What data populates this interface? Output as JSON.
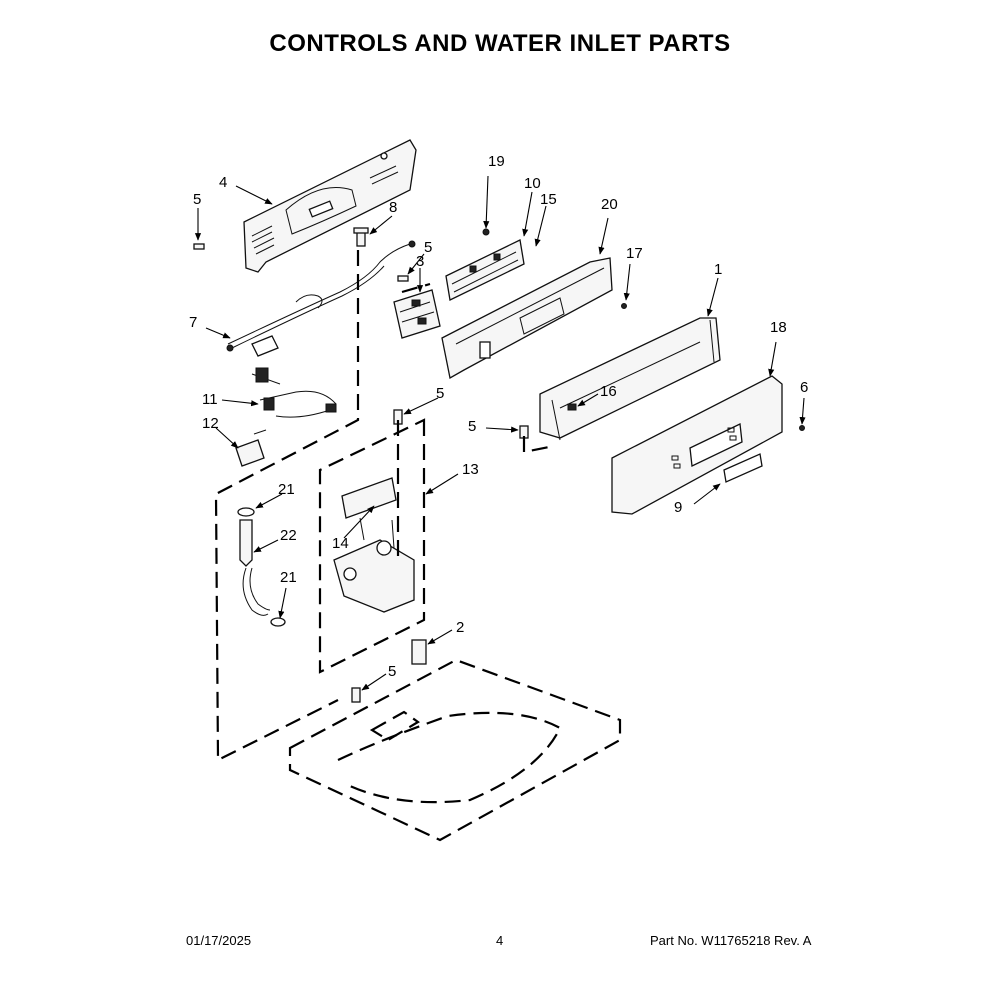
{
  "title": "CONTROLS AND WATER INLET PARTS",
  "footer": {
    "date": "01/17/2025",
    "page": "4",
    "part_no": "Part No.  W11765218  Rev.  A"
  },
  "callouts": {
    "c1": "1",
    "c2": "2",
    "c3": "3",
    "c4": "4",
    "c5a": "5",
    "c5b": "5",
    "c5c": "5",
    "c5d": "5",
    "c5e": "5",
    "c6": "6",
    "c7": "7",
    "c8": "8",
    "c9": "9",
    "c10": "10",
    "c11": "11",
    "c12": "12",
    "c13": "13",
    "c14": "14",
    "c15": "15",
    "c16": "16",
    "c17": "17",
    "c18": "18",
    "c19": "19",
    "c20": "20",
    "c21a": "21",
    "c21b": "21",
    "c22": "22"
  }
}
